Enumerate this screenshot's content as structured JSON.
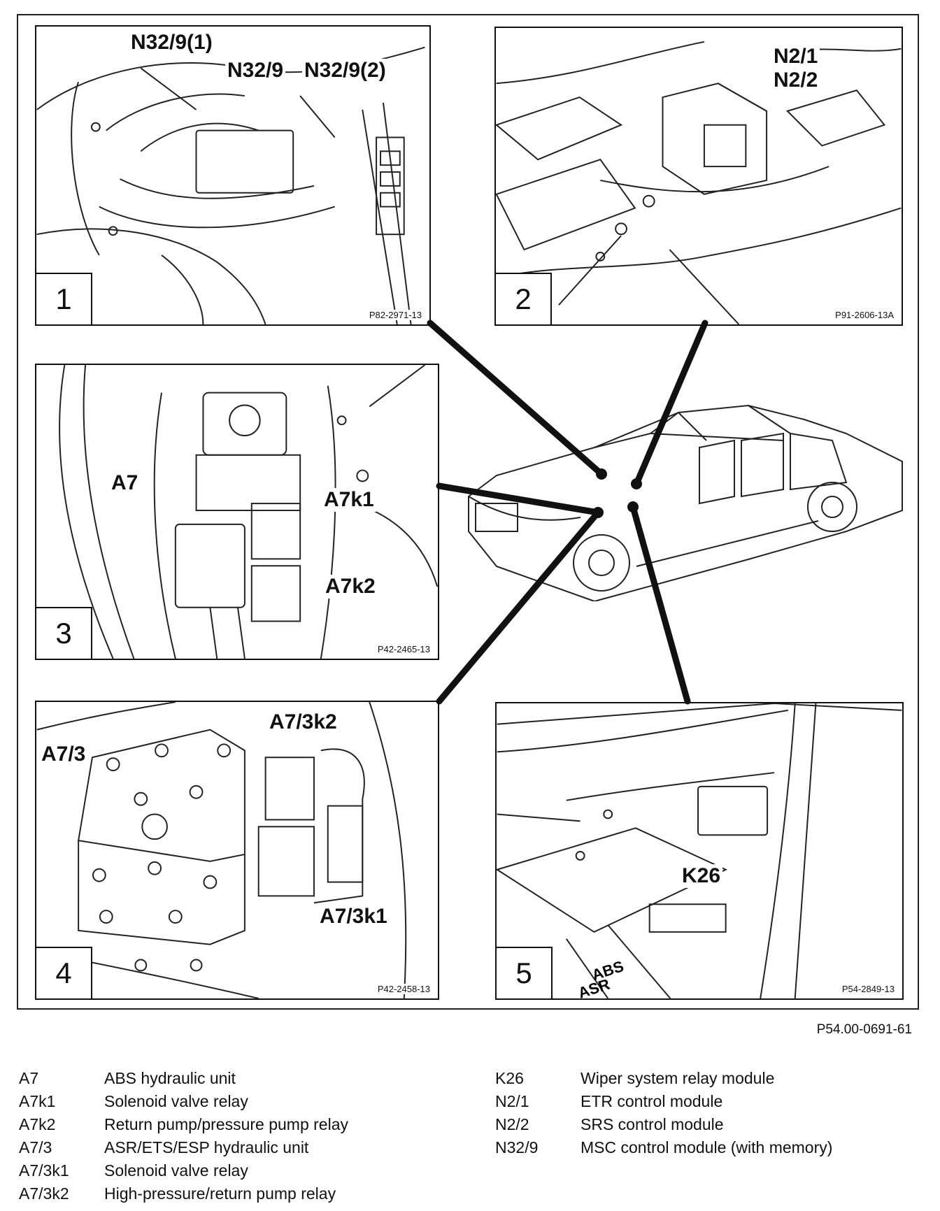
{
  "figure_code": "P54.00-0691-61",
  "panels": [
    {
      "number": "1",
      "code": "P82-2971-13",
      "labels": [
        "N32/9(1)",
        "N32/9",
        "N32/9(2)"
      ]
    },
    {
      "number": "2",
      "code": "P91-2606-13A",
      "labels": [
        "N2/1",
        "N2/2"
      ]
    },
    {
      "number": "3",
      "code": "P42-2465-13",
      "labels": [
        "A7",
        "A7k1",
        "A7k2"
      ]
    },
    {
      "number": "4",
      "code": "P42-2458-13",
      "labels": [
        "A7/3k2",
        "A7/3",
        "A7/3k1"
      ]
    },
    {
      "number": "5",
      "code": "P54-2849-13",
      "labels": [
        "K26"
      ]
    }
  ],
  "legend_left": [
    {
      "key": "A7",
      "desc": "ABS hydraulic unit"
    },
    {
      "key": "A7k1",
      "desc": "Solenoid valve relay"
    },
    {
      "key": "A7k2",
      "desc": "Return pump/pressure pump relay"
    },
    {
      "key": "A7/3",
      "desc": "ASR/ETS/ESP hydraulic unit"
    },
    {
      "key": "A7/3k1",
      "desc": "Solenoid valve relay"
    },
    {
      "key": "A7/3k2",
      "desc": "High-pressure/return pump relay"
    }
  ],
  "legend_right": [
    {
      "key": "K26",
      "desc": "Wiper system relay module"
    },
    {
      "key": "N2/1",
      "desc": "ETR control module"
    },
    {
      "key": "N2/2",
      "desc": "SRS control module"
    },
    {
      "key": "N32/9",
      "desc": "MSC control module (with memory)"
    }
  ]
}
